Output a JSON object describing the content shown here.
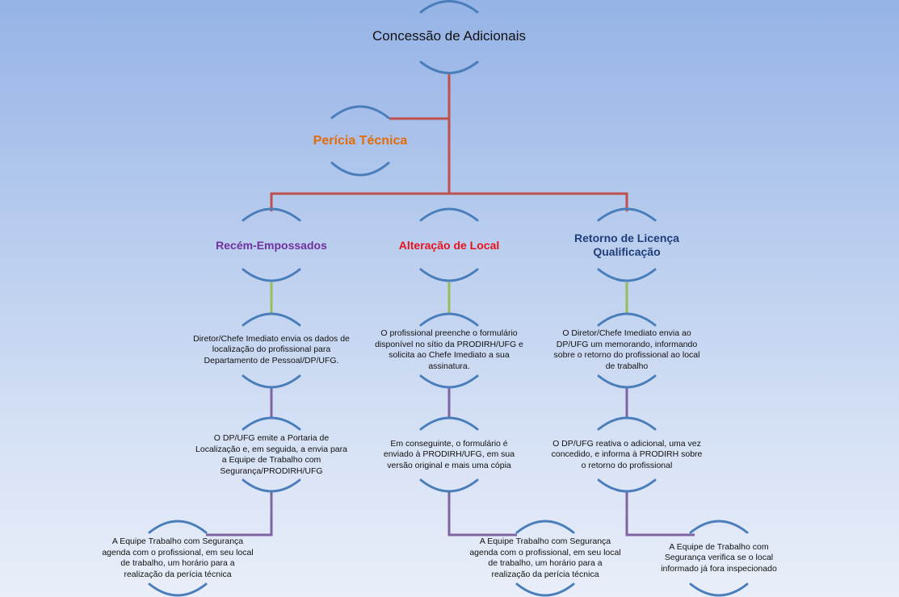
{
  "root": {
    "label": "Concessão de Adicionais"
  },
  "pericia": {
    "label": "Perícia Técnica",
    "color": "#e36c0a"
  },
  "branches": {
    "recem": {
      "label": "Recém-Empossados",
      "color": "#7030a0",
      "step1": "Diretor/Chefe Imediato envia os dados de localização do profissional para Departamento de Pessoal/DP/UFG.",
      "step2": "O DP/UFG emite a Portaria de Localização e, em seguida, a envia para a Equipe de Trabalho com Segurança/PRODIRH/UFG",
      "step3": "A Equipe Trabalho com Segurança agenda com o profissional, em seu local de trabalho,  um horário  para a realização da perícia técnica"
    },
    "alteracao": {
      "label": "Alteração de Local",
      "color": "#e8121d",
      "step1": "O profissional preenche o formulário disponível no sítio da PRODIRH/UFG e solicita ao Chefe Imediato a sua assinatura.",
      "step2": "Em conseguinte,  o formulário é enviado à PRODIRH/UFG, em sua versão original e mais uma cópia",
      "step3": "A Equipe Trabalho com Segurança agenda com o profissional, em seu local de trabalho,  um horário  para a realização da perícia técnica"
    },
    "retorno": {
      "label": "Retorno de Licença Qualificação",
      "color": "#1f3d7a",
      "step1": "O Diretor/Chefe Imediato envia ao DP/UFG um memorando, informando sobre o retorno do profissional ao local de trabalho",
      "step2": "O DP/UFG reativa o adicional,  uma vez concedido,  e informa à PRODIRH sobre o retorno  do profissional",
      "step3": "A Equipe de Trabalho com Segurança verifica se o local informado já fora inspecionado"
    }
  },
  "colors": {
    "arc": "#4a7ebb",
    "red_line": "#c0504d",
    "green_line": "#9bbb59",
    "purple_line": "#8064a2"
  }
}
